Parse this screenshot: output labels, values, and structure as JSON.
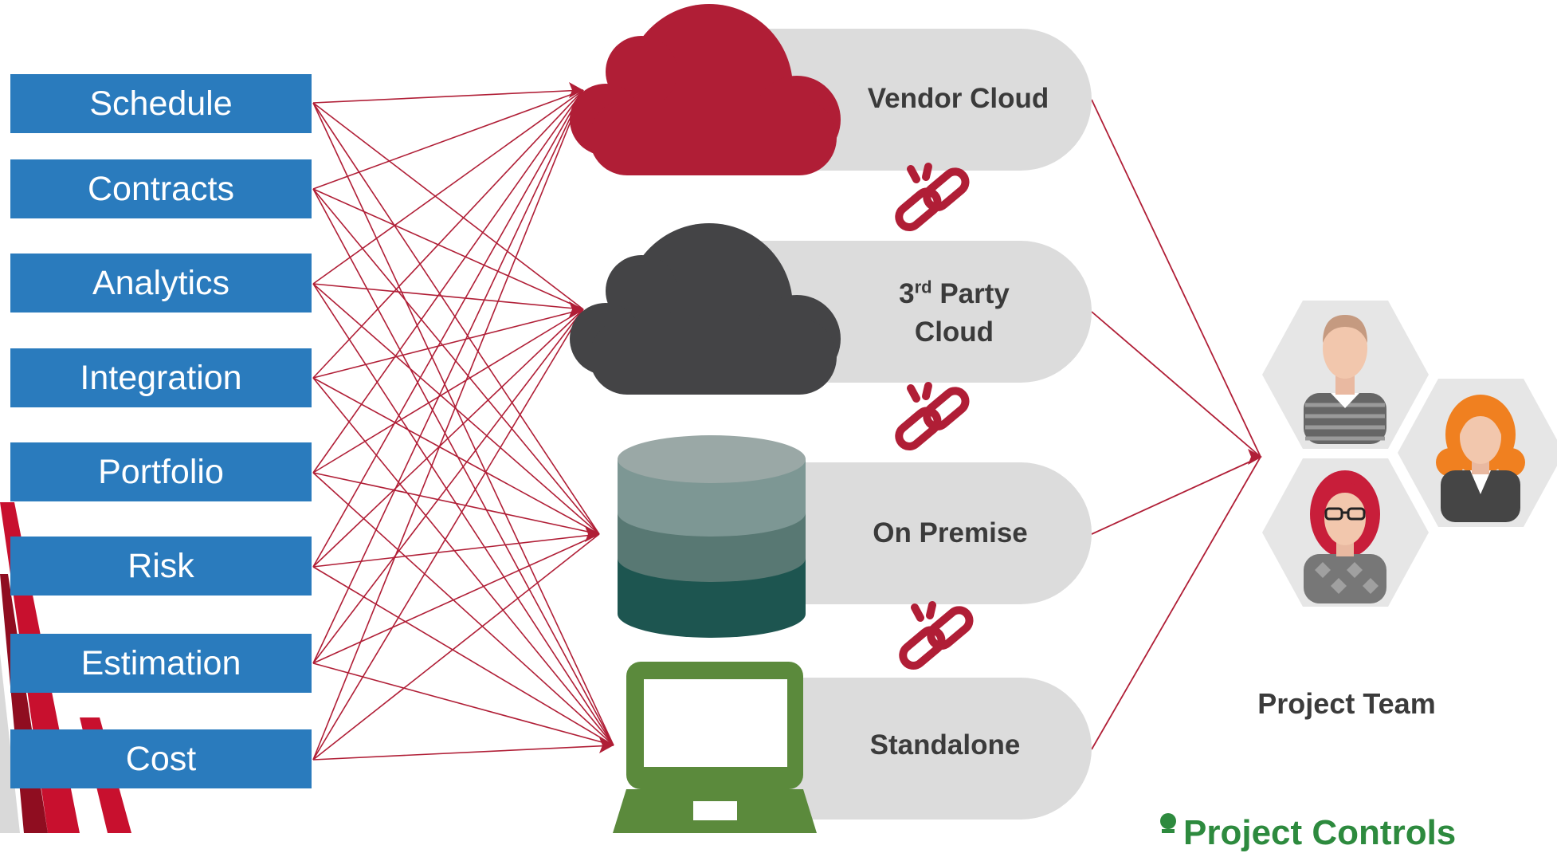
{
  "modules": [
    "Schedule",
    "Contracts",
    "Analytics",
    "Integration",
    "Portfolio",
    "Risk",
    "Estimation",
    "Cost"
  ],
  "platforms": {
    "vendor_cloud": "Vendor Cloud",
    "third_party_cloud": {
      "prefix": "3",
      "superscript": "rd",
      "line1_rest": " Party",
      "line2": "Cloud"
    },
    "on_premise": "On Premise",
    "standalone": "Standalone"
  },
  "team_label": "Project Team",
  "logo_text": "Project Controls",
  "colors": {
    "module_bg": "#2a7bbd",
    "connector": "#b01e36",
    "vendor_cloud": "#b01e36",
    "third_party_cloud": "#444446",
    "database_layers": [
      "#9aa8a6",
      "#7d9794",
      "#587873",
      "#1d5550"
    ],
    "laptop": "#5b8a3c",
    "pill": "#dcdcdc",
    "hexagon": "#e6e6e6",
    "logo": "#2d8a3e"
  },
  "icons": [
    "cloud-icon",
    "database-icon",
    "laptop-icon",
    "broken-link-icon",
    "person-icon"
  ]
}
